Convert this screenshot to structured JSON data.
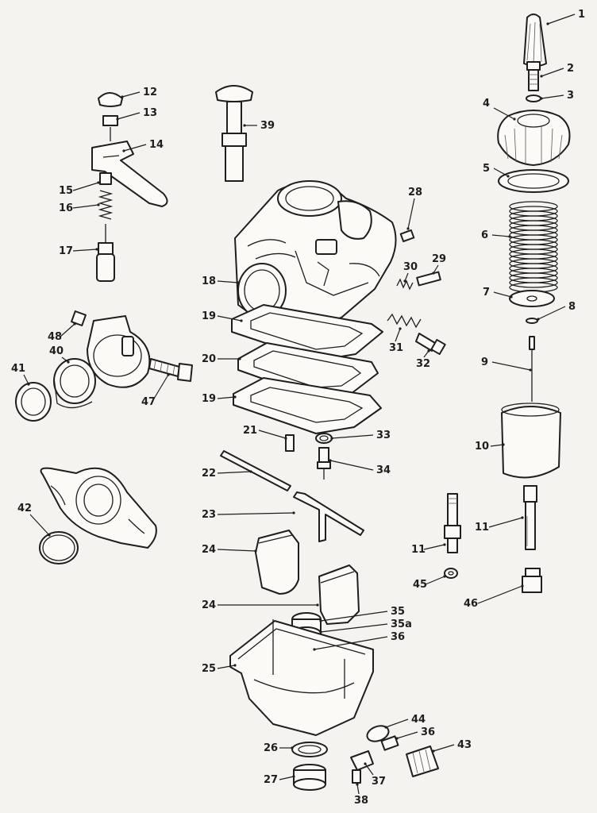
{
  "callouts": [
    {
      "id": "c1",
      "text": "1"
    },
    {
      "id": "c2",
      "text": "2"
    },
    {
      "id": "c3",
      "text": "3"
    },
    {
      "id": "c4",
      "text": "4"
    },
    {
      "id": "c5",
      "text": "5"
    },
    {
      "id": "c6",
      "text": "6"
    },
    {
      "id": "c7",
      "text": "7"
    },
    {
      "id": "c8",
      "text": "8"
    },
    {
      "id": "c9",
      "text": "9"
    },
    {
      "id": "c10",
      "text": "10"
    },
    {
      "id": "c11a",
      "text": "11"
    },
    {
      "id": "c11b",
      "text": "11"
    },
    {
      "id": "c12",
      "text": "12"
    },
    {
      "id": "c13",
      "text": "13"
    },
    {
      "id": "c14",
      "text": "14"
    },
    {
      "id": "c15",
      "text": "15"
    },
    {
      "id": "c16",
      "text": "16"
    },
    {
      "id": "c17",
      "text": "17"
    },
    {
      "id": "c18",
      "text": "18"
    },
    {
      "id": "c19a",
      "text": "19"
    },
    {
      "id": "c19b",
      "text": "19"
    },
    {
      "id": "c20",
      "text": "20"
    },
    {
      "id": "c21",
      "text": "21"
    },
    {
      "id": "c22",
      "text": "22"
    },
    {
      "id": "c23",
      "text": "23"
    },
    {
      "id": "c24a",
      "text": "24"
    },
    {
      "id": "c24b",
      "text": "24"
    },
    {
      "id": "c25",
      "text": "25"
    },
    {
      "id": "c26",
      "text": "26"
    },
    {
      "id": "c27",
      "text": "27"
    },
    {
      "id": "c28",
      "text": "28"
    },
    {
      "id": "c29",
      "text": "29"
    },
    {
      "id": "c30",
      "text": "30"
    },
    {
      "id": "c31",
      "text": "31"
    },
    {
      "id": "c32",
      "text": "32"
    },
    {
      "id": "c33",
      "text": "33"
    },
    {
      "id": "c34",
      "text": "34"
    },
    {
      "id": "c35",
      "text": "35"
    },
    {
      "id": "c35a",
      "text": "35a"
    },
    {
      "id": "c36a",
      "text": "36"
    },
    {
      "id": "c36b",
      "text": "36"
    },
    {
      "id": "c37",
      "text": "37"
    },
    {
      "id": "c38",
      "text": "38"
    },
    {
      "id": "c39",
      "text": "39"
    },
    {
      "id": "c40",
      "text": "40"
    },
    {
      "id": "c41",
      "text": "41"
    },
    {
      "id": "c42",
      "text": "42"
    },
    {
      "id": "c43",
      "text": "43"
    },
    {
      "id": "c44",
      "text": "44"
    },
    {
      "id": "c45",
      "text": "45"
    },
    {
      "id": "c46",
      "text": "46"
    },
    {
      "id": "c47",
      "text": "47"
    },
    {
      "id": "c48",
      "text": "48"
    }
  ],
  "colors": {
    "ink": "#1e1e1e",
    "paper": "#f4f3ef"
  }
}
